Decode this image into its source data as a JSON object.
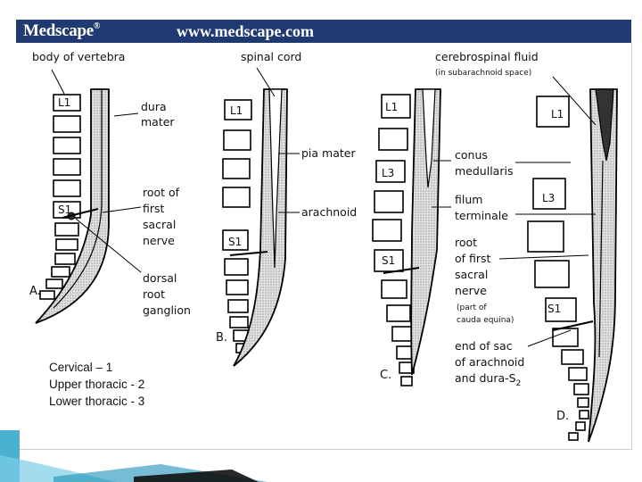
{
  "header": {
    "logo": "Medscape",
    "logo_mark": "®",
    "url": "www.medscape.com"
  },
  "labels": {
    "body_of_vertebra": "body of vertebra",
    "dura_mater_1": "dura",
    "dura_mater_2": "mater",
    "root_1": "root of",
    "root_2": "first",
    "root_3": "sacral",
    "root_4": "nerve",
    "dorsal_1": "dorsal",
    "dorsal_2": "root",
    "dorsal_3": "ganglion",
    "spinal_cord": "spinal cord",
    "pia_mater": "pia mater",
    "arachnoid": "arachnoid",
    "csf_1": "cerebrospinal fluid",
    "csf_2": "(in subarachnoid space)",
    "conus_1": "conus",
    "conus_2": "medullaris",
    "filum_1": "filum",
    "filum_2": "terminale",
    "rfs_1": "root",
    "rfs_2": "of first",
    "rfs_3": "sacral",
    "rfs_4": "nerve",
    "cauda_1": "(part of",
    "cauda_2": "cauda equina)",
    "end_1": "end of sac",
    "end_2": "of arachnoid",
    "end_3": "and dura-S",
    "end_3_sub": "2"
  },
  "panels": {
    "a": "A.",
    "b": "B.",
    "c": "C.",
    "d": "D."
  },
  "vertebra_labels": {
    "a_l1": "L1",
    "a_s1": "S1",
    "b_l1": "L1",
    "b_s1": "S1",
    "c_l1": "L1",
    "c_l3": "L3",
    "c_s1": "S1",
    "d_l1": "L1",
    "d_l3": "L3",
    "d_s1": "S1"
  },
  "caption": {
    "line1": "Cervical – 1",
    "line2": "Upper thoracic - 2",
    "line3": "Lower thoracic - 3"
  },
  "colors": {
    "banner": "#1f3a70",
    "accent": "#2aa3c9"
  }
}
